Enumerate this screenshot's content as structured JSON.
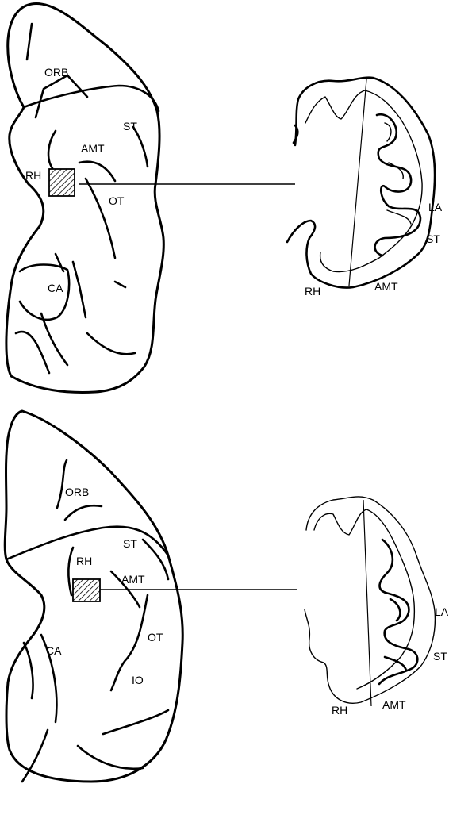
{
  "top_panel": {
    "brain_labels": {
      "orb": "ORB",
      "st": "ST",
      "amt": "AMT",
      "rh": "RH",
      "ot": "OT",
      "ca": "CA"
    },
    "section_labels": {
      "la": "LA",
      "st": "ST",
      "rh": "RH",
      "amt": "AMT"
    }
  },
  "bottom_panel": {
    "brain_labels": {
      "orb": "ORB",
      "st": "ST",
      "rh": "RH",
      "amt": "AMT",
      "ot": "OT",
      "ca": "CA",
      "io": "IO"
    },
    "section_labels": {
      "la": "LA",
      "st": "ST",
      "rh": "RH",
      "amt": "AMT"
    }
  }
}
